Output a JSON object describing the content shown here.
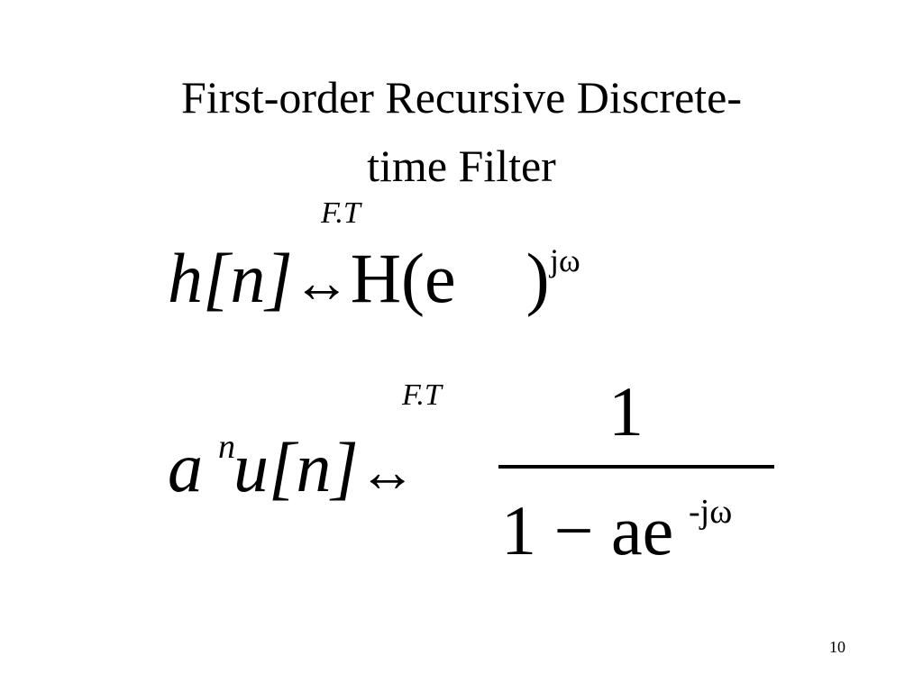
{
  "slide": {
    "title_line1": "First-order Recursive Discrete-",
    "title_line2": "time Filter",
    "page_number": "10"
  },
  "eq1": {
    "transform_label": "F.T",
    "lhs": "h[n]",
    "arrow": "↔",
    "rhs_base": "H(e",
    "rhs_exp": "jω",
    "rhs_close": ")"
  },
  "eq2": {
    "transform_label": "F.T",
    "lhs_base": "a",
    "lhs_exp": "n",
    "lhs_rest": "u[n]",
    "arrow": "↔",
    "numerator": "1",
    "denominator_base": "1 − ae",
    "denominator_exp": "-jω"
  }
}
